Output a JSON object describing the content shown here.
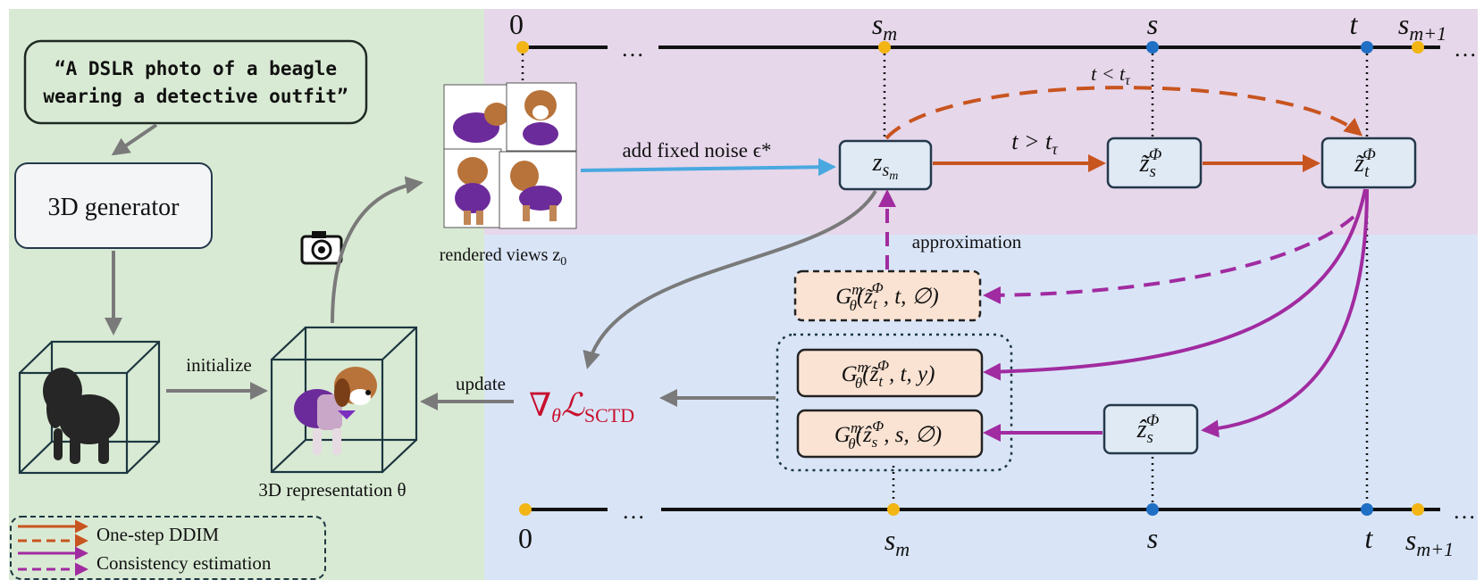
{
  "prompt": {
    "line1": "“A DSLR photo of a beagle",
    "line2": "wearing a detective outfit”"
  },
  "generator_label": "3D generator",
  "initialize_label": "initialize",
  "update_label": "update",
  "representation_label": "3D representation θ",
  "rendered_views_label": "rendered views z",
  "rendered_views_sub": "0",
  "noise_label": "add fixed noise ϵ*",
  "approximation_label": "approximation",
  "loss": {
    "nabla": "∇",
    "theta": "θ",
    "L": "ℒ",
    "sub": "SCTD"
  },
  "timeline": {
    "zero": "0",
    "dots": "…",
    "s_m": "s",
    "s_m_sub": "m",
    "s": "s",
    "t": "t",
    "s_m1": "s",
    "s_m1_sub": "m+1"
  },
  "conditions": {
    "t_less": "t < t",
    "t_greater": "t > t",
    "tau": "τ"
  },
  "nodes": {
    "z_sm": {
      "main": "z",
      "sub": "s",
      "subsub": "m"
    },
    "z_s_tilde": {
      "main": "z̃",
      "sub": "s",
      "sup": "Φ"
    },
    "z_t_tilde": {
      "main": "z̃",
      "sub": "t",
      "sup": "Φ"
    },
    "z_s_hat": {
      "main": "ẑ",
      "sub": "s",
      "sup": "Φ"
    }
  },
  "g_boxes": {
    "g_approx": {
      "G": "G",
      "sup": "m",
      "sub": "θ",
      "arg_var": "z̃",
      "arg_sub": "t",
      "arg_sup": "Φ",
      "rest": ", t, ∅)"
    },
    "g_y": {
      "G": "G",
      "sup": "m",
      "sub": "θ",
      "arg_var": "z̃",
      "arg_sub": "t",
      "arg_sup": "Φ",
      "rest": ", t, y)"
    },
    "g_s": {
      "G": "G",
      "sup": "m",
      "sub": "θ",
      "arg_var": "ẑ",
      "arg_sub": "s",
      "arg_sup": "Φ",
      "rest": ", s, ∅)"
    }
  },
  "legend": {
    "ddim": "One-step DDIM",
    "consistency": "Consistency estimation"
  },
  "colors": {
    "green_panel": "#d9ead4",
    "purple_panel": "#e6d7ea",
    "blue_panel": "#d9e5f7",
    "orange": "#c8541f",
    "magenta": "#a12ba0",
    "cyan": "#4aa8e0",
    "gray": "#7a7a7a",
    "red": "#c8102e",
    "node_fill": "#dfeaf5",
    "node_stroke": "#24384a",
    "g_fill": "#fbe3d3",
    "yellow_dot": "#f2b514",
    "blue_dot": "#1f6fc4"
  }
}
